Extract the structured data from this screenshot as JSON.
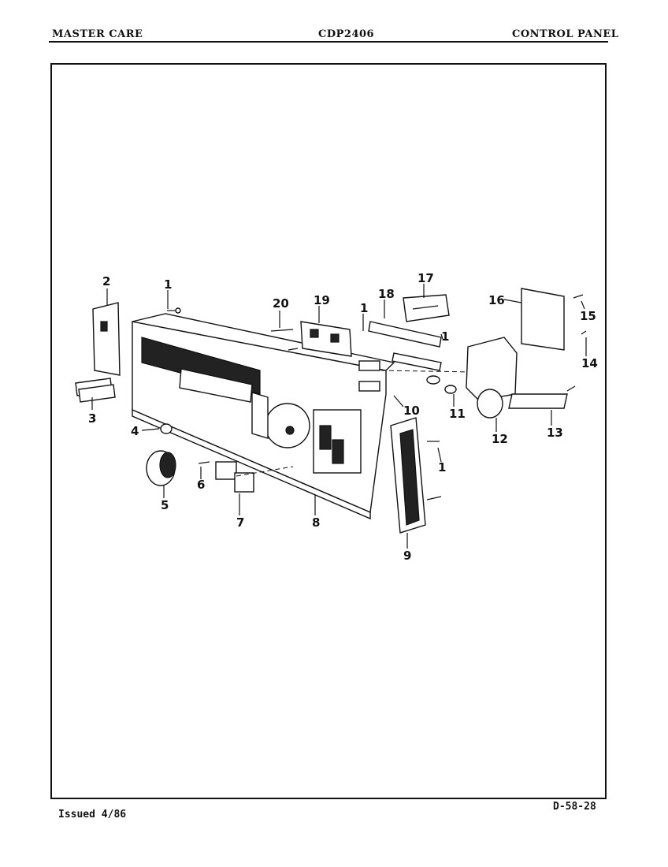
{
  "header": {
    "left": "MASTER CARE",
    "center": "CDP2406",
    "right": "CONTROL PANEL"
  },
  "footer": {
    "issued": "Issued 4/86",
    "page_code": "D-58-28"
  },
  "callouts": {
    "c1a": "1",
    "c1b": "1",
    "c1c": "1",
    "c1d": "1",
    "c2": "2",
    "c3": "3",
    "c4": "4",
    "c5": "5",
    "c6": "6",
    "c7": "7",
    "c8": "8",
    "c9": "9",
    "c10": "10",
    "c11": "11",
    "c12": "12",
    "c13": "13",
    "c14": "14",
    "c15": "15",
    "c16": "16",
    "c17": "17",
    "c18": "18",
    "c19": "19",
    "c20": "20"
  }
}
